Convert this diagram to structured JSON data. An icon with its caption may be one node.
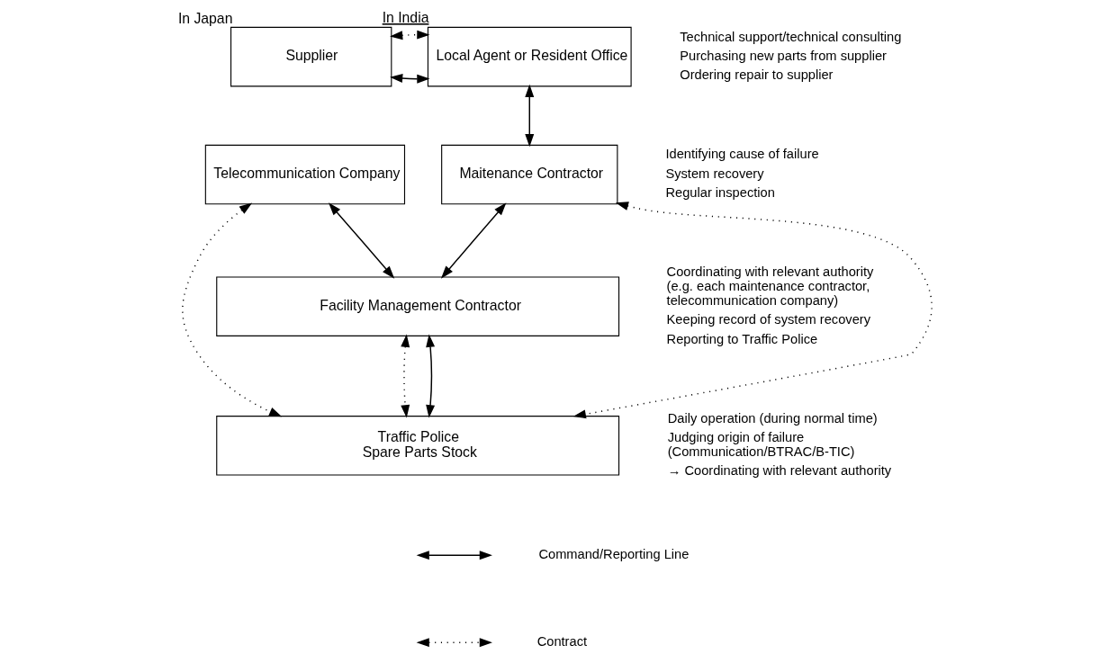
{
  "diagram": {
    "nodes": [
      {
        "text": [
          "Supplier"
        ],
        "beside": [
          "In Japan"
        ]
      },
      {
        "text": [
          "Local Agent or Resident Office"
        ],
        "beside": [
          "In India"
        ]
      },
      {
        "text": [
          "Telecommunication Company"
        ]
      },
      {
        "text": [
          "Maitenance Contractor"
        ]
      },
      {
        "text": [
          "Facility Management Contractor"
        ]
      },
      {
        "text": [
          "Traffic Police",
          "Spare Parts Stock"
        ]
      }
    ],
    "edges": [
      {
        "from": 0,
        "to": 1,
        "arrow": "both"
      },
      {
        "from": 0,
        "to": 1,
        "arrow": "both",
        "style": "dashed"
      },
      {
        "from": 1,
        "to": 3,
        "arrow": "both"
      },
      {
        "from": 2,
        "to": 4,
        "arrow": "both"
      },
      {
        "from": 3,
        "to": 4,
        "arrow": "both"
      },
      {
        "from": 2,
        "to": 5,
        "arrow": "both",
        "style": "dashed"
      },
      {
        "from": 4,
        "to": 5,
        "arrow": "both",
        "style": "dashed"
      },
      {
        "from": 4,
        "to": 5,
        "arrow": "both"
      },
      {
        "from": 3,
        "to": 5,
        "arrow": "both",
        "style": "dashed"
      }
    ],
    "labels": [
      "Technical support/technical consulting",
      "Purchasing new parts from supplier",
      "Ordering repair to supplier",
      "Identifying cause of failure",
      "System recovery",
      "Regular inspection",
      "Coordinating with relevant authority (e.g. each maintenance contractor, telecommunication company)",
      "Keeping record of system recovery",
      "Reporting to Traffic Police",
      "Daily operation (during normal time)",
      "Judging origin of failure (Communication/BTRAC/B-TIC)",
      "→ Coordinating with relevant authority"
    ],
    "legend": [
      {
        "text": "Command/Reporting Line"
      },
      {
        "text": "Contract"
      }
    ]
  }
}
